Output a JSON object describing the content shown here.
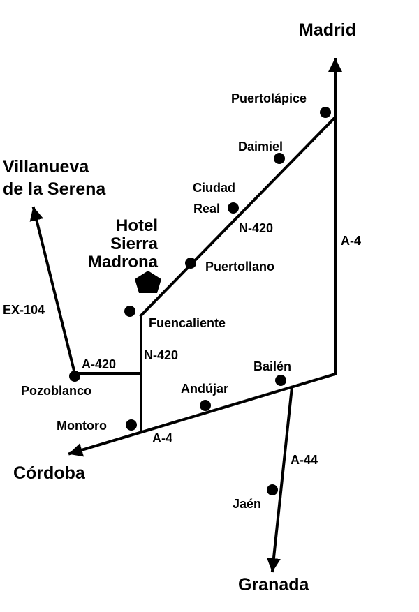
{
  "destinations": {
    "madrid": "Madrid",
    "villanueva_line1": "Villanueva",
    "villanueva_line2": "de la Serena",
    "cordoba": "Córdoba",
    "granada": "Granada"
  },
  "hotel": {
    "line1": "Hotel",
    "line2": "Sierra",
    "line3": "Madrona"
  },
  "towns": {
    "puertolapice": "Puertolápice",
    "daimiel": "Daimiel",
    "ciudad_real_line1": "Ciudad",
    "ciudad_real_line2": "Real",
    "puertollano": "Puertollano",
    "fuencaliente": "Fuencaliente",
    "pozoblanco": "Pozoblanco",
    "montoro": "Montoro",
    "andujar": "Andújar",
    "bailen": "Bailén",
    "jaen": "Jaén"
  },
  "roads": {
    "ex104": "EX-104",
    "a420": "A-420",
    "n420_north": "N-420",
    "n420_south": "N-420",
    "a4_east": "A-4",
    "a4_south": "A-4",
    "a44": "A-44"
  }
}
